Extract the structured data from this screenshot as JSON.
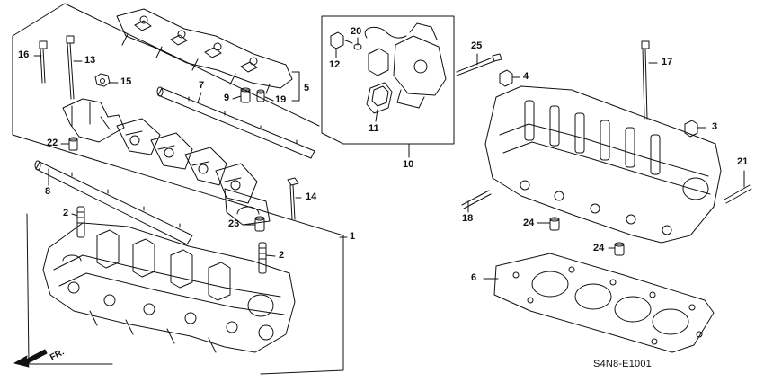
{
  "diagram_code": "S4N8-E1001",
  "direction_label": "FR.",
  "colors": {
    "ink": "#111111",
    "background": "#ffffff"
  },
  "callouts": [
    {
      "id": "16",
      "part": "bolt"
    },
    {
      "id": "13",
      "part": "bolt"
    },
    {
      "id": "15",
      "part": "nut"
    },
    {
      "id": "22",
      "part": "dowel-pin"
    },
    {
      "id": "7",
      "part": "rocker-shaft"
    },
    {
      "id": "9",
      "part": "dowel-pin"
    },
    {
      "id": "19",
      "part": "dowel-pin"
    },
    {
      "id": "5",
      "part": "rocker-arm-assembly"
    },
    {
      "id": "8",
      "part": "rocker-shaft"
    },
    {
      "id": "14",
      "part": "bolt"
    },
    {
      "id": "23",
      "part": "dowel-pin"
    },
    {
      "id": "2a",
      "label": "2",
      "part": "stud"
    },
    {
      "id": "2b",
      "label": "2",
      "part": "stud"
    },
    {
      "id": "1",
      "part": "cylinder-head"
    },
    {
      "id": "20",
      "part": "o-ring"
    },
    {
      "id": "12",
      "part": "filter"
    },
    {
      "id": "11",
      "part": "gasket"
    },
    {
      "id": "10",
      "part": "spool-valve-assembly"
    },
    {
      "id": "25",
      "part": "bolt"
    },
    {
      "id": "4",
      "part": "cap"
    },
    {
      "id": "17",
      "part": "bolt"
    },
    {
      "id": "3",
      "part": "cap"
    },
    {
      "id": "21",
      "part": "stud"
    },
    {
      "id": "18",
      "part": "stud"
    },
    {
      "id": "24a",
      "label": "24",
      "part": "dowel-pin"
    },
    {
      "id": "24b",
      "label": "24",
      "part": "dowel-pin"
    },
    {
      "id": "6",
      "part": "head-gasket"
    }
  ]
}
